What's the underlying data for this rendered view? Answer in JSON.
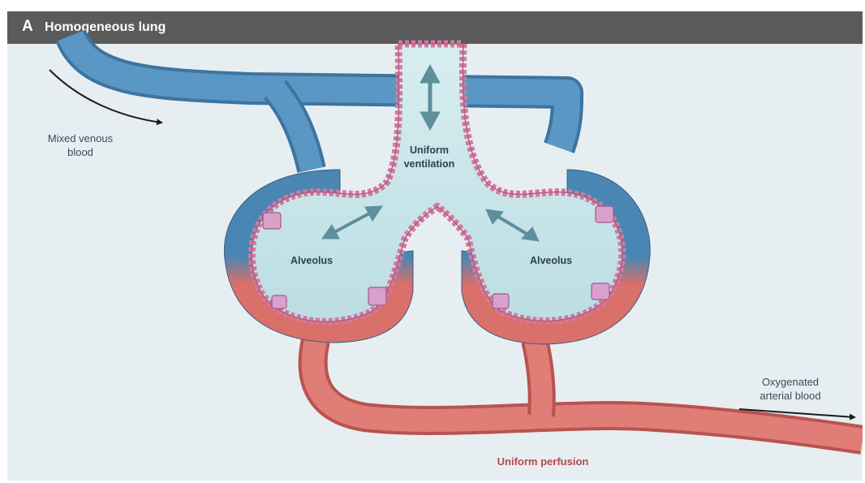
{
  "header": {
    "panel_letter": "A",
    "title": "Homogeneous lung"
  },
  "labels": {
    "mixed_venous_line1": "Mixed venous",
    "mixed_venous_line2": "blood",
    "uniform_ventilation_line1": "Uniform",
    "uniform_ventilation_line2": "ventilation",
    "alveolus_left": "Alveolus",
    "alveolus_right": "Alveolus",
    "oxygenated_line1": "Oxygenated",
    "oxygenated_line2": "arterial blood",
    "uniform_perfusion": "Uniform perfusion"
  },
  "colors": {
    "header_bg": "#5b5b5b",
    "figure_bg": "#e7eef2",
    "venous_blue": "#4a86b4",
    "arterial_red": "#d9706a",
    "airway_fill": "#cde8ec",
    "tissue_pink": "#e4a4bc",
    "arrow_teal": "#5d8f9c"
  }
}
